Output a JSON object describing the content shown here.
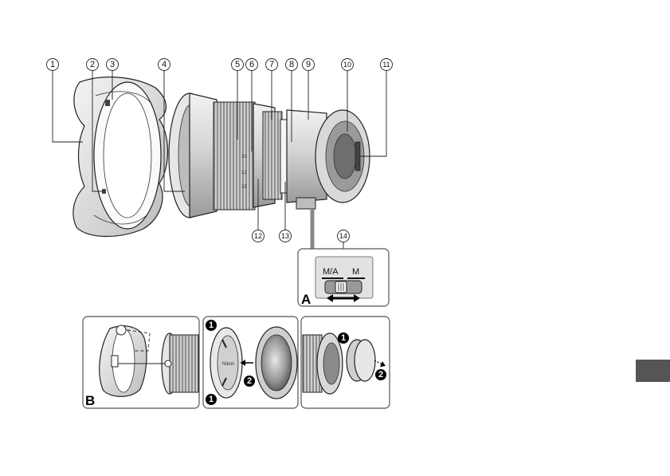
{
  "callouts": [
    "1",
    "2",
    "3",
    "4",
    "5",
    "6",
    "7",
    "8",
    "9",
    "10",
    "11",
    "12",
    "13",
    "14"
  ],
  "panels": {
    "a_letter": "A",
    "b_letter": "B"
  },
  "switch": {
    "left_label": "M/A",
    "right_label": "M"
  },
  "lens_text": {
    "focal_marks": [
      "10",
      "12",
      "15"
    ],
    "cap_brand": "Nikon"
  },
  "steps": {
    "panel_c": [
      "1",
      "2",
      "1"
    ],
    "panel_d": [
      "1",
      "2"
    ]
  },
  "colors": {
    "ink": "#222222",
    "lens_body": "#d9d9d9",
    "lens_dark": "#7a7a7a",
    "panel_border": "#555555",
    "page_tab": "#555555"
  }
}
